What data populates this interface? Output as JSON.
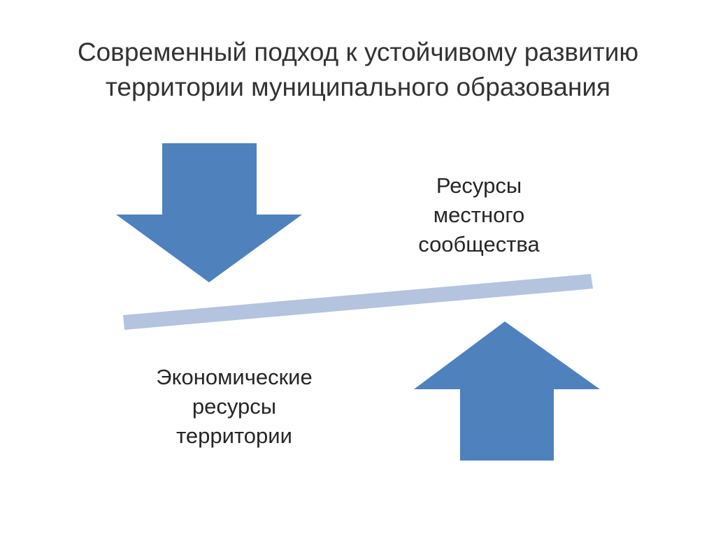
{
  "slide": {
    "title_lines": [
      "Современный подход к устойчивому развитию",
      "территории муниципального образования"
    ],
    "labels": {
      "community_lines": [
        "Ресурсы",
        "местного",
        "сообщества"
      ],
      "economic_lines": [
        "Экономические",
        "ресурсы",
        "территории"
      ]
    }
  },
  "colors": {
    "arrow": "#4F81BD",
    "beam": "#B4C3DE",
    "text": "#262626"
  },
  "icons": {
    "down_arrow": "down-arrow-icon",
    "up_arrow": "up-arrow-icon"
  }
}
